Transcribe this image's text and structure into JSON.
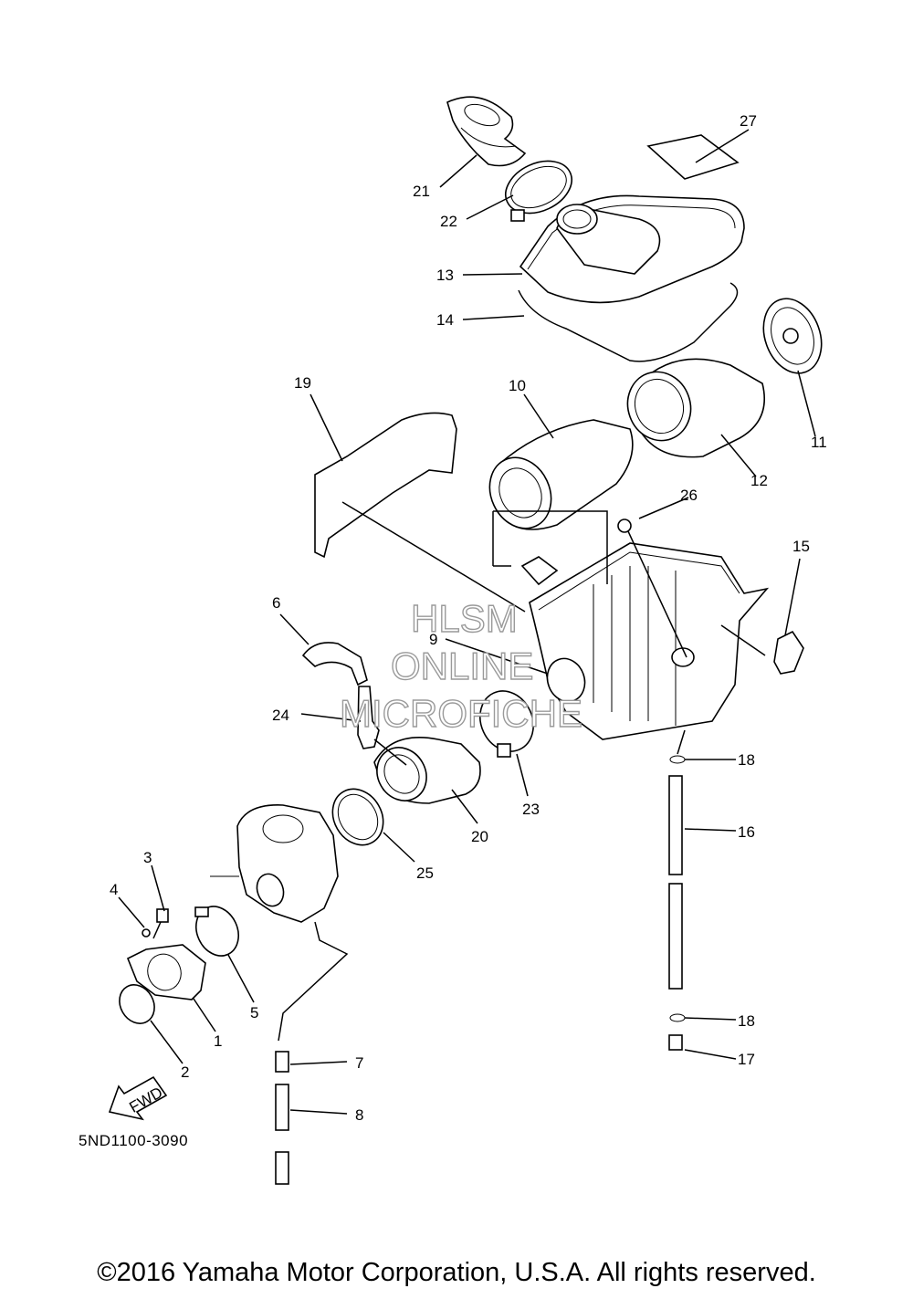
{
  "diagram_code": "5ND1100-3090",
  "copyright": "©2016 Yamaha Motor Corporation, U.S.A. All rights reserved.",
  "watermark": {
    "line1": "HLSM",
    "line2": "ONLINE",
    "line3": "MICROFICHE"
  },
  "fwd_label": "FWD",
  "callouts": {
    "c1": "1",
    "c2": "2",
    "c3": "3",
    "c4": "4",
    "c5": "5",
    "c6": "6",
    "c7": "7",
    "c8": "8",
    "c9": "9",
    "c10": "10",
    "c11": "11",
    "c12": "12",
    "c13": "13",
    "c14": "14",
    "c15": "15",
    "c16": "16",
    "c17": "17",
    "c18a": "18",
    "c18b": "18",
    "c19": "19",
    "c20": "20",
    "c21": "21",
    "c22": "22",
    "c23": "23",
    "c24": "24",
    "c25": "25",
    "c26": "26",
    "c27": "27"
  }
}
